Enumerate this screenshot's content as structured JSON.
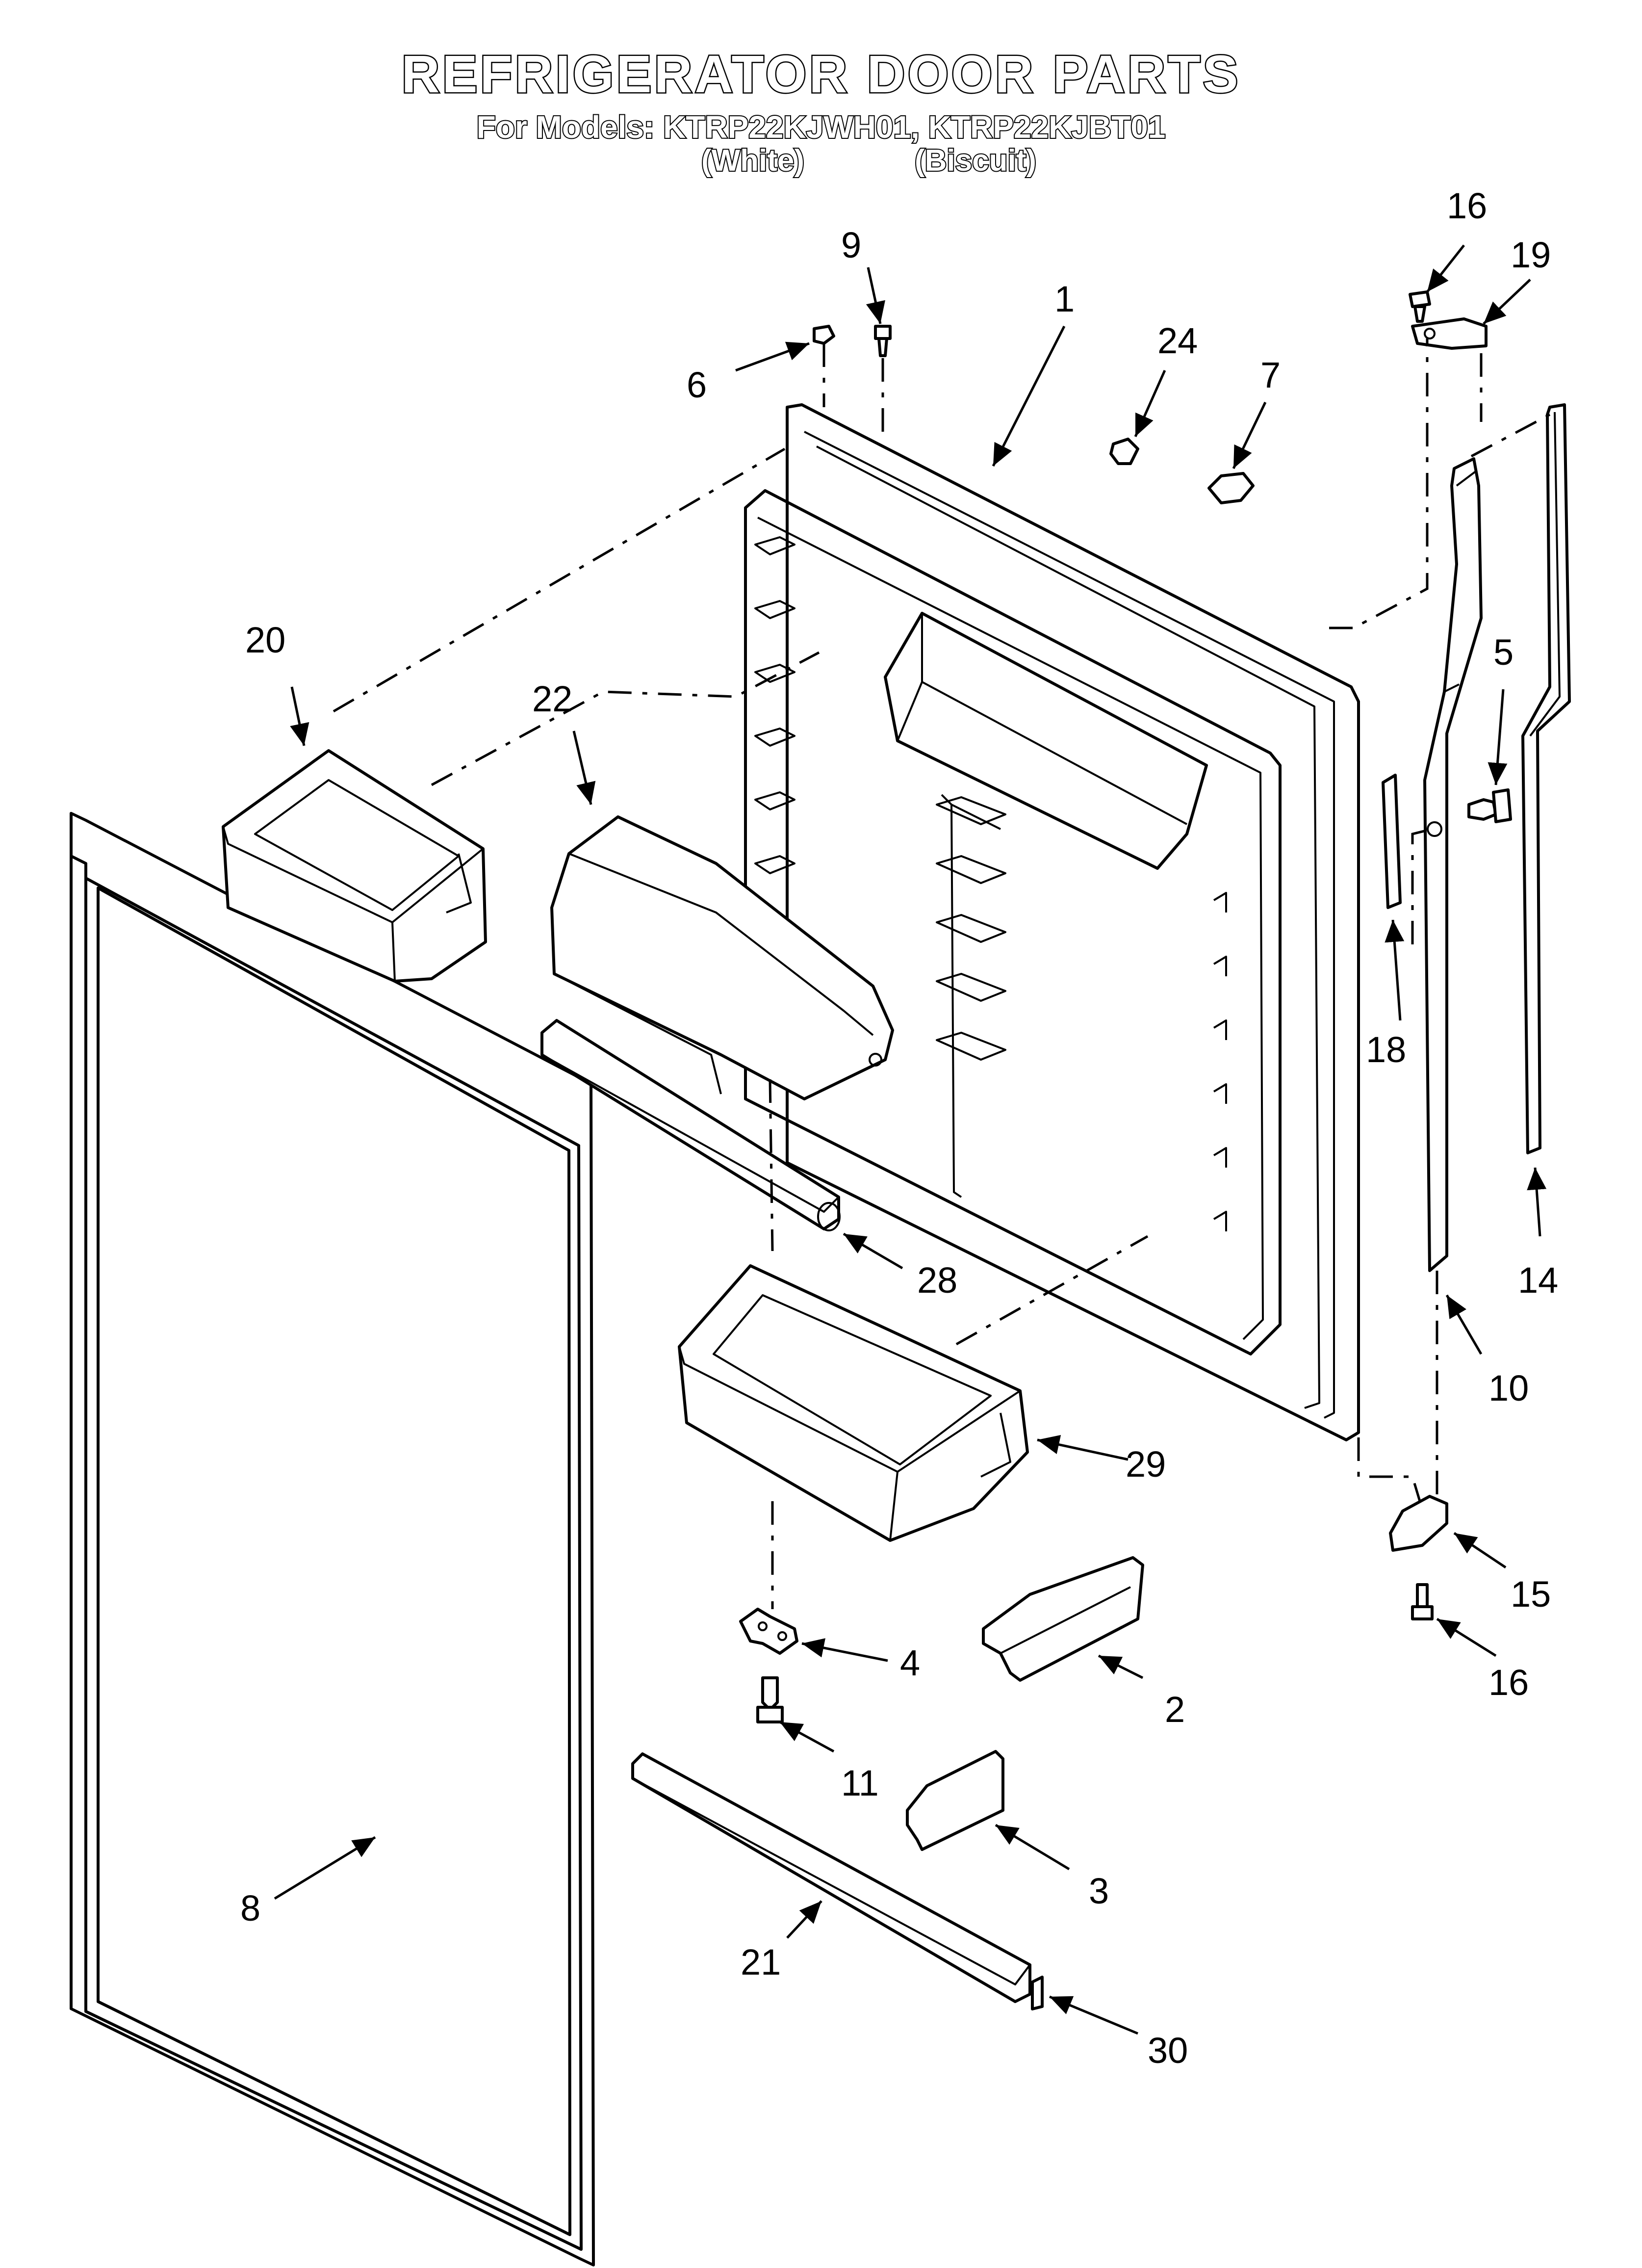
{
  "header": {
    "title": "REFRIGERATOR DOOR PARTS",
    "models": "For Models: KTRP22KJWH01, KTRP22KJBT01",
    "color_white": "(White)",
    "color_biscuit": "(Biscuit)"
  },
  "callouts": {
    "c1": "1",
    "c2": "2",
    "c3": "3",
    "c4": "4",
    "c5": "5",
    "c6": "6",
    "c7": "7",
    "c8": "8",
    "c9": "9",
    "c10": "10",
    "c11": "11",
    "c14": "14",
    "c15": "15",
    "c16a": "16",
    "c16b": "16",
    "c18": "18",
    "c19": "19",
    "c20": "20",
    "c21": "21",
    "c22": "22",
    "c24": "24",
    "c28": "28",
    "c29": "29",
    "c30": "30"
  }
}
